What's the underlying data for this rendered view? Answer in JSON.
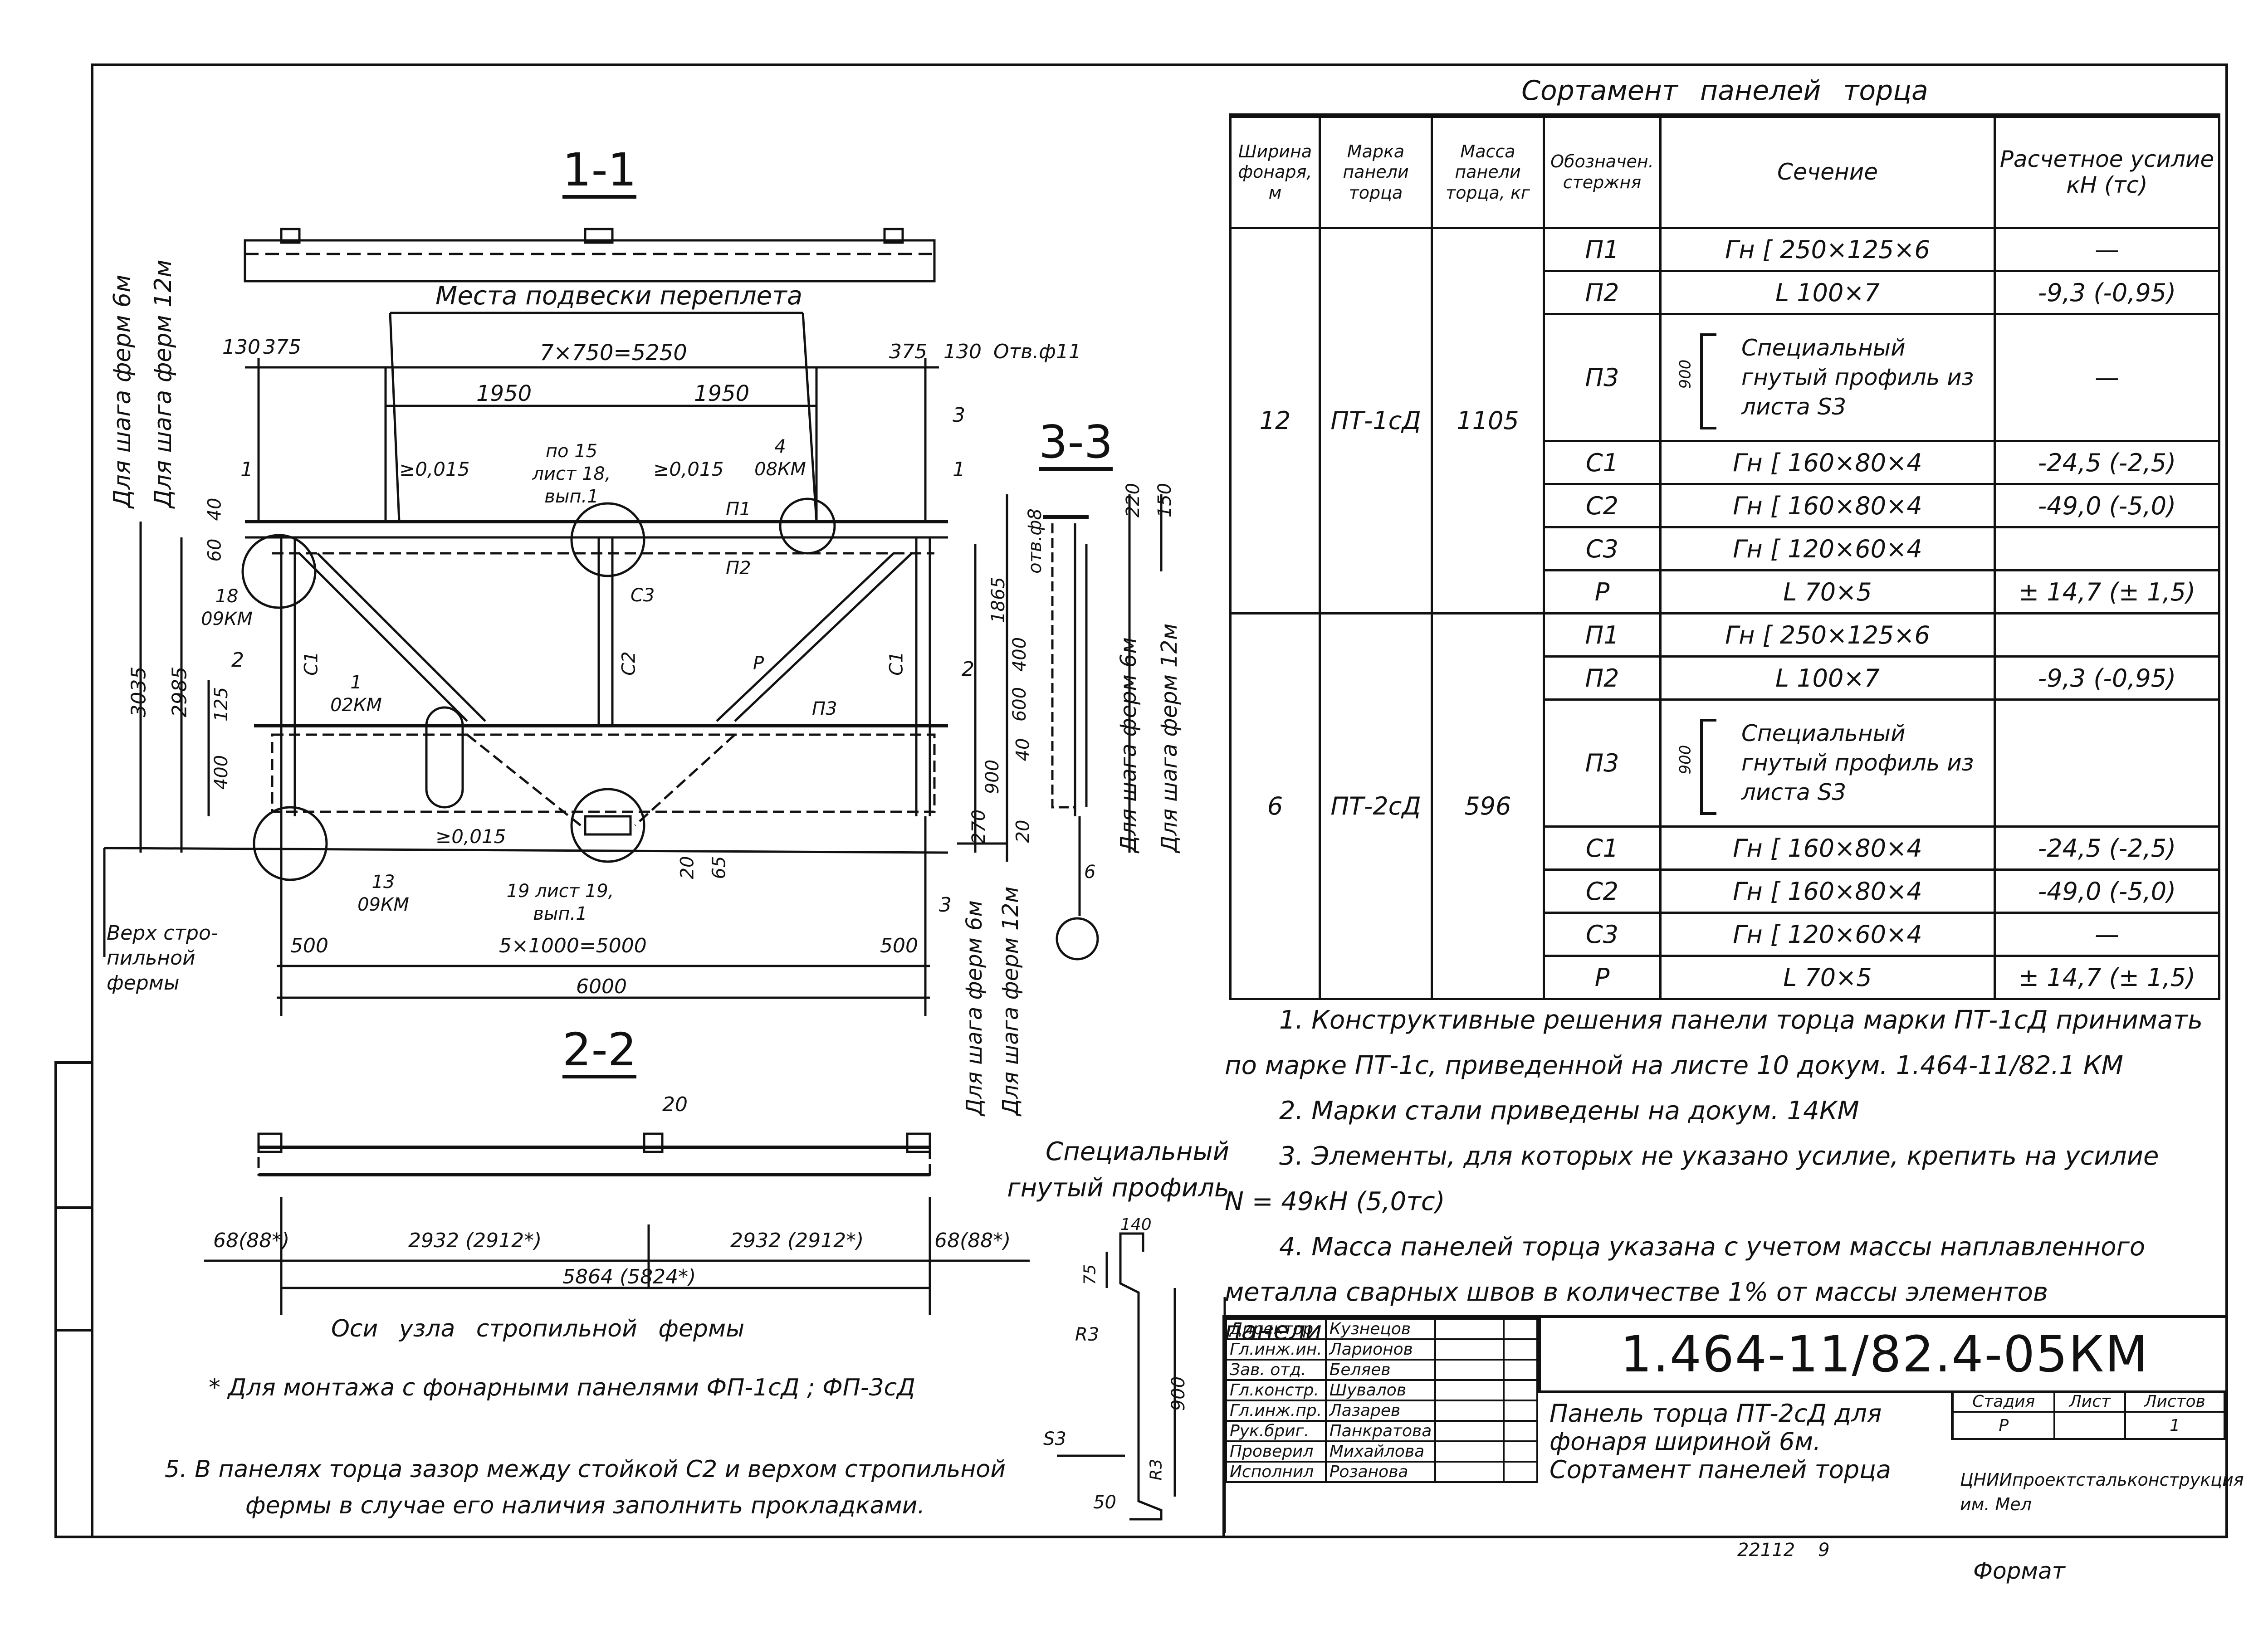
{
  "sheet": {
    "section_1_1": "1-1",
    "section_2_2": "2-2",
    "section_3_3": "3-3",
    "suspension_points": "Места подвески переплета",
    "for_truss_6": "Для шага ферм 6м",
    "for_truss_12": "Для шага ферм 12м",
    "truss_top": "Верх стро- пильной фермы",
    "truss_axis": "Оси узла стропильной фермы",
    "special_profile_title": "Специальный гнутый профиль",
    "footnote": "* Для монтажа с фонарными панелями ФП-1сД ; ФП-3сД",
    "note5": "5. В панелях торца зазор между стойкой С2 и верхом стропильной фермы в случае его наличия заполнить прокладками.",
    "page_bottom": "22112    9",
    "format": "Формат"
  },
  "dims_1_1": [
    "130",
    "375",
    "7×750=5250",
    "375",
    "130",
    "Отв.ф11",
    "1950",
    "1950",
    "≥0,015",
    "по 15 лист 18, вып.1",
    "≥0,015",
    "4 08КМ",
    "40",
    "60",
    "18 09КМ",
    "3035",
    "2985",
    "125",
    "400",
    "1 02КМ",
    "≥0,015",
    "13 09КМ",
    "19 лист 19, вып.1",
    "500",
    "5×1000=5000",
    "500",
    "6000",
    "1865",
    "400",
    "600",
    "40",
    "900",
    "270",
    "20",
    "65",
    "20",
    "П1",
    "П2",
    "П3",
    "С1",
    "С2",
    "С3",
    "Р",
    "С1"
  ],
  "dims_3_3": [
    "220",
    "150",
    "отв.ф8",
    "6",
    "3",
    "3",
    "2",
    "2",
    "1",
    "1"
  ],
  "dims_2_2": [
    "20",
    "68(88*)",
    "2932 (2912*)",
    "2932 (2912*)",
    "68(88*)",
    "5864 (5824*)"
  ],
  "dims_profile": [
    "140",
    "75",
    "R3",
    "900",
    "S3",
    "R3",
    "50"
  ],
  "sortament": {
    "title": "Сортамент панелей торца",
    "headers": [
      "Ширина фонаря, м",
      "Марка панели торца",
      "Масса панели торца, кг",
      "Обозначен. стержня",
      "Сечение",
      "Расчетное усилие кН (тс)"
    ],
    "groups": [
      {
        "width": "12",
        "mark": "ПТ-1сД",
        "mass": "1105",
        "rows": [
          {
            "id": "П1",
            "section": "Гн [ 250×125×6",
            "force": "—"
          },
          {
            "id": "П2",
            "section": "L 100×7",
            "force": "-9,3 (-0,95)"
          },
          {
            "id": "П3",
            "section": "Специальный гнутый профиль из листа S3",
            "dim": "900",
            "force": "—"
          },
          {
            "id": "С1",
            "section": "Гн [ 160×80×4",
            "force": "-24,5 (-2,5)"
          },
          {
            "id": "С2",
            "section": "Гн [ 160×80×4",
            "force": "-49,0 (-5,0)"
          },
          {
            "id": "С3",
            "section": "Гн [ 120×60×4",
            "force": ""
          },
          {
            "id": "Р",
            "section": "L 70×5",
            "force": "± 14,7 (± 1,5)"
          }
        ]
      },
      {
        "width": "6",
        "mark": "ПТ-2сД",
        "mass": "596",
        "rows": [
          {
            "id": "П1",
            "section": "Гн [ 250×125×6",
            "force": ""
          },
          {
            "id": "П2",
            "section": "L 100×7",
            "force": "-9,3 (-0,95)"
          },
          {
            "id": "П3",
            "section": "Специальный гнутый профиль из листа S3",
            "dim": "900",
            "force": ""
          },
          {
            "id": "С1",
            "section": "Гн [ 160×80×4",
            "force": "-24,5 (-2,5)"
          },
          {
            "id": "С2",
            "section": "Гн [ 160×80×4",
            "force": "-49,0 (-5,0)"
          },
          {
            "id": "С3",
            "section": "Гн [ 120×60×4",
            "force": "—"
          },
          {
            "id": "Р",
            "section": "L 70×5",
            "force": "± 14,7 (± 1,5)"
          }
        ]
      }
    ]
  },
  "notes": [
    "1. Конструктивные решения панели торца марки ПТ-1сД принимать",
    "по марке ПТ-1с, приведенной на листе 10 докум. 1.464-11/82.1 КМ",
    "2. Марки стали приведены на докум. 14КМ",
    "3. Элементы, для которых не указано усилие, крепить на усилие",
    "N = 49кН (5,0тс)",
    "4. Масса панелей торца указана с учетом массы наплавленного",
    "металла сварных швов в количестве 1% от массы элементов",
    "панели"
  ],
  "stamp": {
    "code": "1.464-11/82.4-05КМ",
    "people": [
      {
        "role": "Директор",
        "name": "Кузнецов"
      },
      {
        "role": "Гл.инж.ин.",
        "name": "Ларионов"
      },
      {
        "role": "Зав. отд.",
        "name": "Беляев"
      },
      {
        "role": "Гл.констр.",
        "name": "Шувалов"
      },
      {
        "role": "Гл.инж.пр.",
        "name": "Лазарев"
      },
      {
        "role": "Рук.бриг.",
        "name": "Панкратова"
      },
      {
        "role": "Проверил",
        "name": "Михайлова"
      },
      {
        "role": "Исполнил",
        "name": "Розанова"
      }
    ],
    "description": "Панель торца ПТ-2сД для фонаря шириной 6м. Сортамент панелей торца",
    "stage_label": "Стадия",
    "sheet_label": "Лист",
    "sheets_label": "Листов",
    "stage": "Р",
    "sheets": "1",
    "org": "ЦНИИпроектстальконструкция им. Мел"
  }
}
